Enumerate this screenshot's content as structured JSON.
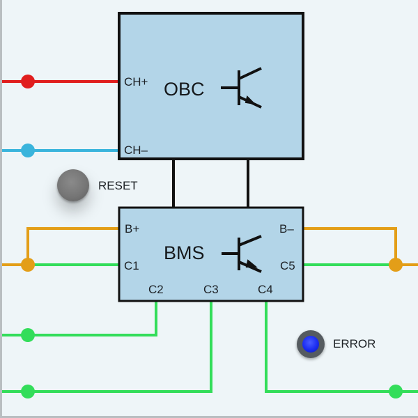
{
  "colors": {
    "background": "#eef5f8",
    "box_fill": "#b3d5e8",
    "box_border": "#111111",
    "wire_red": "#e01e1e",
    "wire_blue": "#3ab4dc",
    "wire_orange": "#e39e18",
    "wire_green": "#33dd5a",
    "led_blue": "#1a2cf0",
    "button_gray": "#767676"
  },
  "obc": {
    "title": "OBC",
    "symbol": "transistor-icon",
    "ports": {
      "ch_plus": "CH+",
      "ch_minus": "CH–"
    }
  },
  "bms": {
    "title": "BMS",
    "symbol": "transistor-icon",
    "ports": {
      "b_plus": "B+",
      "b_minus": "B–",
      "c1": "C1",
      "c2": "C2",
      "c3": "C3",
      "c4": "C4",
      "c5": "C5"
    }
  },
  "controls": {
    "reset_label": "RESET",
    "error_label": "ERROR"
  }
}
